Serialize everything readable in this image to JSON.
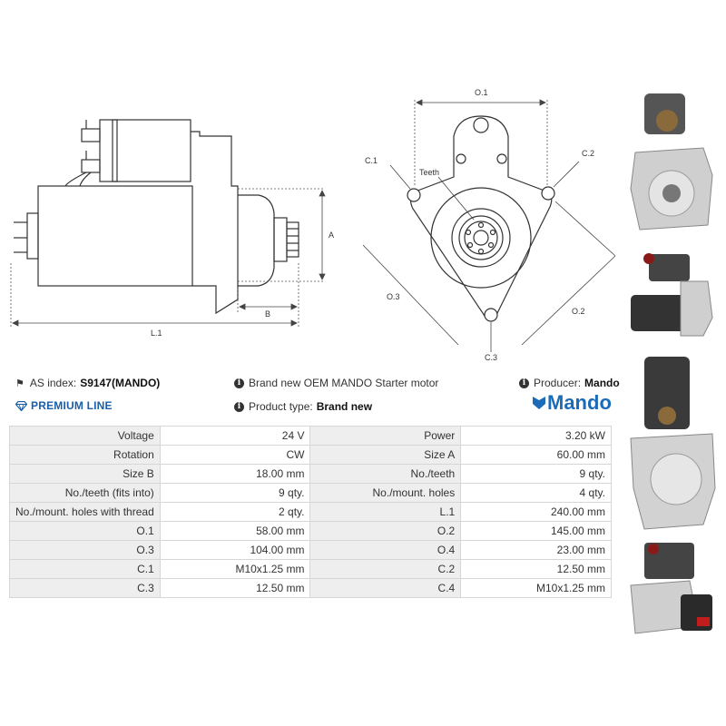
{
  "drawing_labels": {
    "o1": "O.1",
    "o2": "O.2",
    "o3": "O.3",
    "c1": "C.1",
    "c2": "C.2",
    "c3": "C.3",
    "teeth": "Teeth",
    "a": "A",
    "b": "B",
    "l1": "L.1"
  },
  "info": {
    "as_index_label": "AS index:",
    "as_index_value": "S9147(MANDO)",
    "description": "Brand new OEM MANDO Starter motor",
    "producer_label": "Producer:",
    "producer_value": "Mando",
    "product_type_label": "Product type:",
    "product_type_value": "Brand new",
    "premium_line": "PREMIUM LINE",
    "brand_logo": "Mando"
  },
  "specs": [
    {
      "l1": "Voltage",
      "v1": "24 V",
      "l2": "Power",
      "v2": "3.20 kW"
    },
    {
      "l1": "Rotation",
      "v1": "CW",
      "l2": "Size A",
      "v2": "60.00 mm"
    },
    {
      "l1": "Size B",
      "v1": "18.00 mm",
      "l2": "No./teeth",
      "v2": "9 qty."
    },
    {
      "l1": "No./teeth (fits into)",
      "v1": "9 qty.",
      "l2": "No./mount. holes",
      "v2": "4 qty."
    },
    {
      "l1": "No./mount. holes with thread",
      "v1": "2 qty.",
      "l2": "L.1",
      "v2": "240.00 mm"
    },
    {
      "l1": "O.1",
      "v1": "58.00 mm",
      "l2": "O.2",
      "v2": "145.00 mm"
    },
    {
      "l1": "O.3",
      "v1": "104.00 mm",
      "l2": "O.4",
      "v2": "23.00 mm"
    },
    {
      "l1": "C.1",
      "v1": "M10x1.25 mm",
      "l2": "C.2",
      "v2": "12.50 mm"
    },
    {
      "l1": "C.3",
      "v1": "12.50 mm",
      "l2": "C.4",
      "v2": "M10x1.25 mm"
    }
  ],
  "colors": {
    "brand_blue": "#1b6bb8",
    "label_bg": "#eeeeee",
    "border": "#d6d6d6"
  }
}
